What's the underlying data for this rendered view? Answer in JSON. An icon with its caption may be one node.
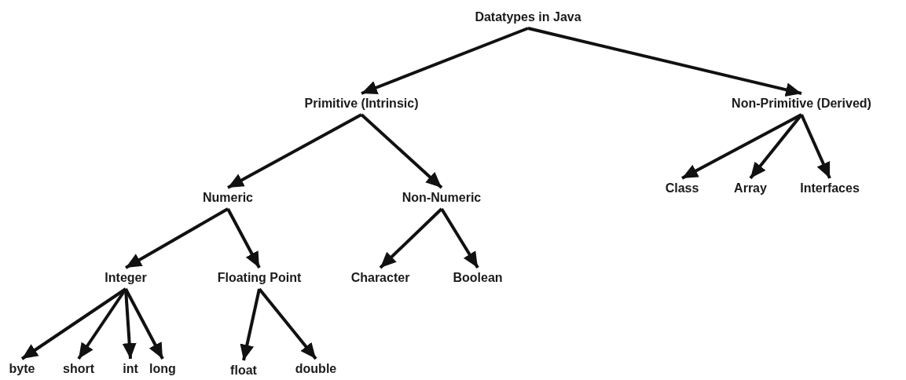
{
  "diagram": {
    "nodes": [
      {
        "text": [
          "Datatypes in Java"
        ]
      },
      {
        "text": [
          "Primitive (Intrinsic)"
        ]
      },
      {
        "text": [
          "Non-Primitive (Derived)"
        ]
      },
      {
        "text": [
          "Numeric"
        ]
      },
      {
        "text": [
          "Non-Numeric"
        ]
      },
      {
        "text": [
          "Class"
        ]
      },
      {
        "text": [
          "Array"
        ]
      },
      {
        "text": [
          "Interfaces"
        ]
      },
      {
        "text": [
          "Integer"
        ]
      },
      {
        "text": [
          "Floating Point"
        ]
      },
      {
        "text": [
          "Character"
        ]
      },
      {
        "text": [
          "Boolean"
        ]
      },
      {
        "text": [
          "byte"
        ]
      },
      {
        "text": [
          "short"
        ]
      },
      {
        "text": [
          "int"
        ]
      },
      {
        "text": [
          "long"
        ]
      },
      {
        "text": [
          "float"
        ]
      },
      {
        "text": [
          "double"
        ]
      }
    ],
    "edges": [
      {
        "from": 0,
        "to": 1,
        "arrow": "to"
      },
      {
        "from": 0,
        "to": 2,
        "arrow": "to"
      },
      {
        "from": 1,
        "to": 3,
        "arrow": "to"
      },
      {
        "from": 1,
        "to": 4,
        "arrow": "to"
      },
      {
        "from": 2,
        "to": 5,
        "arrow": "to"
      },
      {
        "from": 2,
        "to": 6,
        "arrow": "to"
      },
      {
        "from": 2,
        "to": 7,
        "arrow": "to"
      },
      {
        "from": 3,
        "to": 8,
        "arrow": "to"
      },
      {
        "from": 3,
        "to": 9,
        "arrow": "to"
      },
      {
        "from": 4,
        "to": 10,
        "arrow": "to"
      },
      {
        "from": 4,
        "to": 11,
        "arrow": "to"
      },
      {
        "from": 8,
        "to": 12,
        "arrow": "to"
      },
      {
        "from": 8,
        "to": 13,
        "arrow": "to"
      },
      {
        "from": 8,
        "to": 14,
        "arrow": "to"
      },
      {
        "from": 8,
        "to": 15,
        "arrow": "to"
      },
      {
        "from": 9,
        "to": 16,
        "arrow": "to"
      },
      {
        "from": 9,
        "to": 17,
        "arrow": "to"
      }
    ]
  }
}
